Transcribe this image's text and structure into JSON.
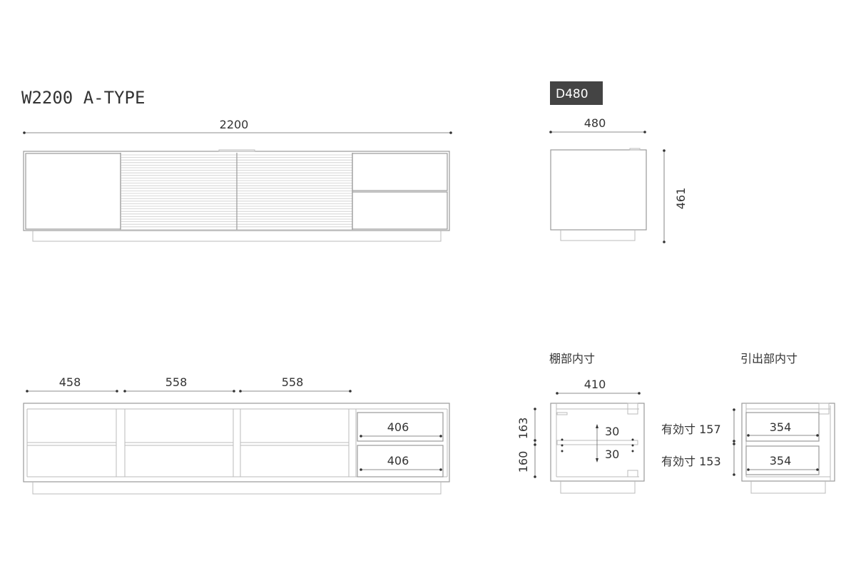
{
  "title": "W2200 A-TYPE",
  "depth_badge": "D480",
  "front": {
    "width_label": "2200"
  },
  "side": {
    "depth_label": "480",
    "height_label": "461"
  },
  "inner_front": {
    "bay_widths": [
      "458",
      "558",
      "558"
    ],
    "drawer_widths": [
      "406",
      "406"
    ]
  },
  "shelf_section": {
    "title": "棚部内寸",
    "width_label": "410",
    "upper_height": "163",
    "lower_height": "160",
    "adjust_up": "30",
    "adjust_down": "30"
  },
  "drawer_section": {
    "title": "引出部内寸",
    "drawer_widths": [
      "354",
      "354"
    ],
    "effective_upper": "有効寸 157",
    "effective_lower": "有効寸 153"
  },
  "colors": {
    "badge": "#444444",
    "line": "#bbbbbb",
    "text": "#333333"
  }
}
